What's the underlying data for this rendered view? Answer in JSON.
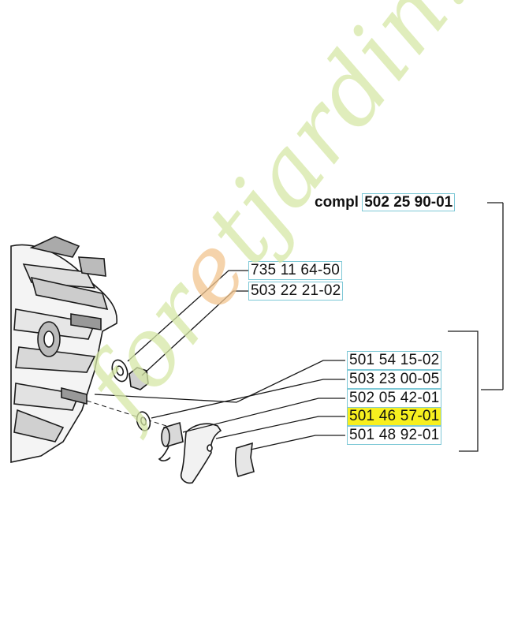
{
  "assembly": {
    "prefix": "compl",
    "number": "502 25 90-01"
  },
  "parts": [
    {
      "number": "735 11 64-50",
      "highlighted": false
    },
    {
      "number": "503 22 21-02",
      "highlighted": false
    },
    {
      "number": "501 54 15-02",
      "highlighted": false
    },
    {
      "number": "503 23 00-05",
      "highlighted": false
    },
    {
      "number": "502 05 42-01",
      "highlighted": false
    },
    {
      "number": "501 46 57-01",
      "highlighted": true
    },
    {
      "number": "501 48 92-01",
      "highlighted": false
    }
  ],
  "watermark": {
    "text_a": "for",
    "text_b": "e",
    "text_c": "tjardin.com"
  },
  "colors": {
    "highlight": "#f7ef1f",
    "label_box": "#7ec8d6",
    "watermark_green": "#d6e8a6",
    "watermark_orange": "#f2c58f",
    "line": "#1a1a1a"
  }
}
